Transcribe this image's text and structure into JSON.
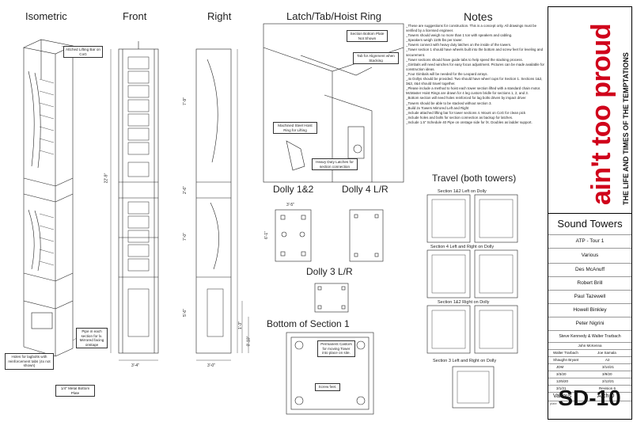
{
  "headings": {
    "isometric": "Isometric",
    "front": "Front",
    "right": "Right",
    "latch": "Latch/Tab/Hoist Ring",
    "notes": "Notes",
    "dolly12": "Dolly 1&2",
    "dolly4": "Dolly 4 L/R",
    "dolly3": "Dolly 3 L/R",
    "bottom": "Bottom of Section 1",
    "travel": "Travel (both towers)"
  },
  "callouts": {
    "lifting_bar": "Attched Lifting Bar on CoG",
    "pipe": "Pipe in each section for lx. Mirrored facing onstage",
    "lagbolts": "Holes for lagbolts with reinforcement tabs (4x not shown)",
    "metal_plate": "1/4\" Metal Bottom Plate",
    "section_bottom": "Section Bottom Plate Not Shown",
    "tab_align": "Tab for Alignment when Stacking",
    "hoist_ring": "Machined Steel Hoist Ring for Lifting",
    "latches": "Heavy Duty Latches for section connection",
    "castors": "Permanent Castors for moving Tower into place on site.",
    "screw_feet": "Screw feet."
  },
  "dimensions": {
    "overall_height": "22'-9\"",
    "front_width": "3'-4\"",
    "right_width": "3'-0\"",
    "sec1": "7'-9\"",
    "sec2": "2'-6\"",
    "sec3": "7'-0\"",
    "sec4": "5'-6\"",
    "sec4b": "1'-3\"",
    "sec4c": "0'-10\"",
    "dolly_w": "3'-5\"",
    "dolly_h": "6'-1\""
  },
  "travel_captions": {
    "t1": "Section 1&2 Left on Dolly",
    "t2": "Section 4 Left and Right on Dolly",
    "t3": "Section 1&2 Right on Dolly",
    "t4": "Section 3 Left and Right on Dolly"
  },
  "notes": [
    "_These are suggestions for construction. This is a concept only. All drawings must be verified by a licensed engineer.",
    "_Towers should weigh no more than 1 ton with speakers and cabling.",
    "_Speakers weigh 1105 lbs per tower.",
    "_Towers connect with heavy duty latches on the inside of the towers.",
    "_Tower section 1 should have wheels built into the bottom and screw feet for leveling and securement.",
    "_Tower sections should have guide tabs to help speed the stacking process.",
    "_Gimbals will need winches for easy focus adjustment. Pictures can be made available for construction ideas.",
    "_Four Gimbals will be needed for the Leopard arrays.",
    "_4x Dollys should be provided. Two should have wheel cups for Section 1. Sections 1&2, 3&3, 4&4 should travel together.",
    "_Please include a method to hoist each tower section lifted with a standard chain motor. McMaster Hoist Rings are drawn for 4 leg custom bridle for sections 1, 2, and 3.",
    "_Bottom section will need holes reinforced for lag bolts driven by impact driver",
    "_Towers should be able to be stacked without section 3.",
    "_Build 2x Towers Mirrored Left and Right",
    "_Include attached lifting bar for tower sections 4. Mount on CoG for clean pick",
    "_Include holes and bolts for section connection as backup for latches.",
    "_Include 1.5\" Schedule 40 Pipe on onstage side for lX. Doubles as ladder support."
  ],
  "titleblock": {
    "logo_text": "ain't too proud",
    "logo_sub": "THE LIFE AND TIMES OF THE TEMPTATIONS",
    "drawing_title": "Sound Towers",
    "production": "ATP - Tour 1",
    "venue": "Various",
    "director": "Des McAnuff",
    "scenic": "Robert Brill",
    "costumes": "Paul Tazewell",
    "lighting": "Howell Binkley",
    "projections": "Peter Nigrini",
    "sound": "Steve Kennedy & Walter Trarbach",
    "drawn_by": "John McKenna",
    "checked_1": "Walter Trarbach",
    "checked_2": "Joe Samala",
    "approved": "Shaughn Bryant",
    "scale_label": "A2",
    "initials": "JDM",
    "date1": "3/14/21",
    "date2": "3/3/20",
    "date3": "3/9/20",
    "date4": "12/5/20",
    "date5": "2/12/21",
    "date6": "3/1/21",
    "revision": "Revision 6",
    "scale": "Various",
    "paper": "Arch D",
    "plate_label": "plate",
    "plate": "SD-10"
  }
}
